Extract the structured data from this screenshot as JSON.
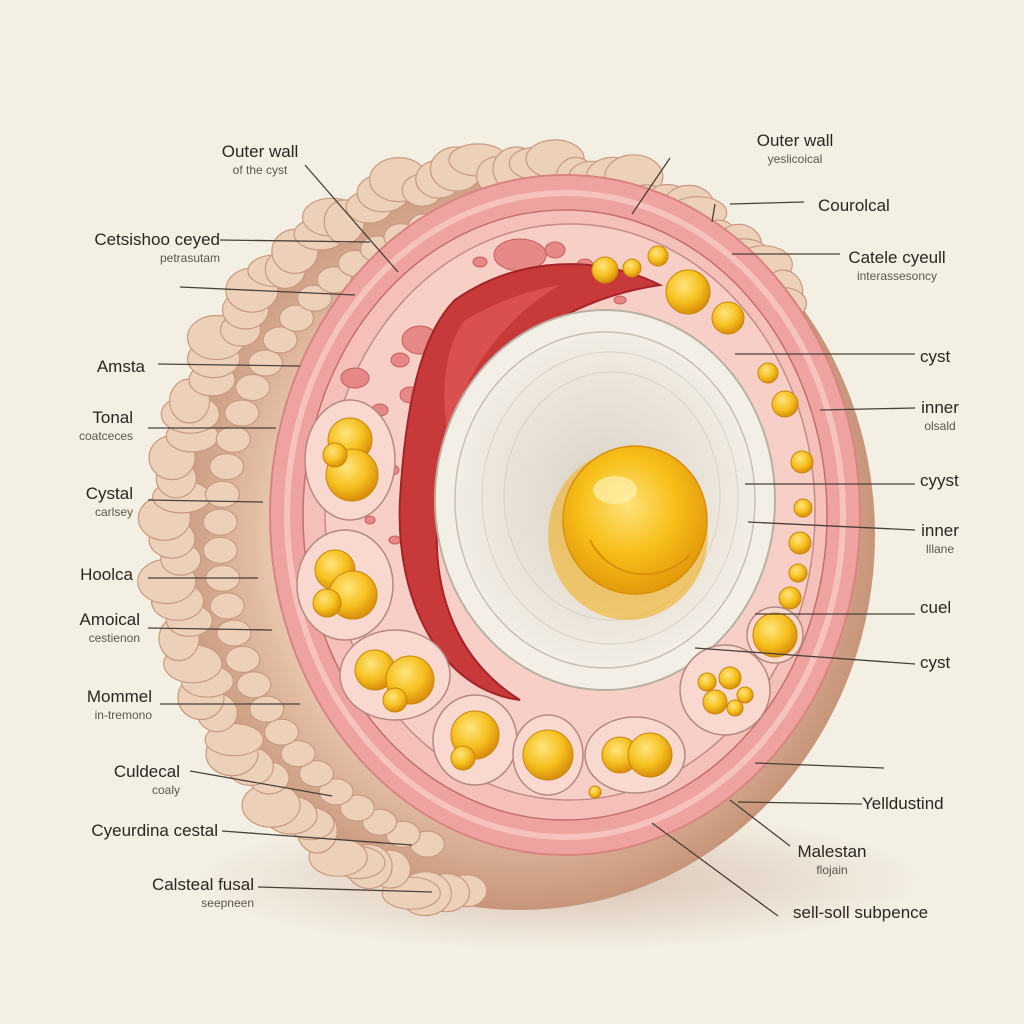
{
  "diagram": {
    "labels_left": [
      {
        "main": "Outer wall",
        "sub": "of the cyst"
      },
      {
        "main": "Cetsishoo ceyed",
        "sub": "petrasutam"
      },
      {
        "main": "Amsta",
        "sub": ""
      },
      {
        "main": "Tonal",
        "sub": "coatceces"
      },
      {
        "main": "Cystal",
        "sub": "carlsey"
      },
      {
        "main": "Hoolca",
        "sub": ""
      },
      {
        "main": "Amoical",
        "sub": "cestienon"
      },
      {
        "main": "Mommel",
        "sub": "in-tremono"
      },
      {
        "main": "Culdecal",
        "sub": "coaly"
      },
      {
        "main": "Cyeurdina cestal",
        "sub": ""
      },
      {
        "main": "Calsteal fusal",
        "sub": "seepneen"
      }
    ],
    "labels_right": [
      {
        "main": "Outer wall",
        "sub": "yeslicoical"
      },
      {
        "main": "Courolcal",
        "sub": ""
      },
      {
        "main": "Catele cyeull",
        "sub": "interassesoncy"
      },
      {
        "main": "cyst",
        "sub": ""
      },
      {
        "main": "inner",
        "sub": "olsald"
      },
      {
        "main": "cyyst",
        "sub": ""
      },
      {
        "main": "inner",
        "sub": "lllane"
      },
      {
        "main": "cuel",
        "sub": ""
      },
      {
        "main": "cyst",
        "sub": ""
      },
      {
        "main": "Yelldustind",
        "sub": ""
      },
      {
        "main": "Malestan",
        "sub": "flojain"
      },
      {
        "main": "sell-soll subpence",
        "sub": ""
      }
    ],
    "colors": {
      "background": "#f3efe3",
      "outer_tissue": "#e2b79e",
      "pink_wall": "#efa0a0",
      "inner_pink": "#f4b9b4",
      "red_cavity": "#c83336",
      "white_sac": "#eae4da",
      "yolk": "#f5b715",
      "nodules": "#f7c52a"
    }
  }
}
